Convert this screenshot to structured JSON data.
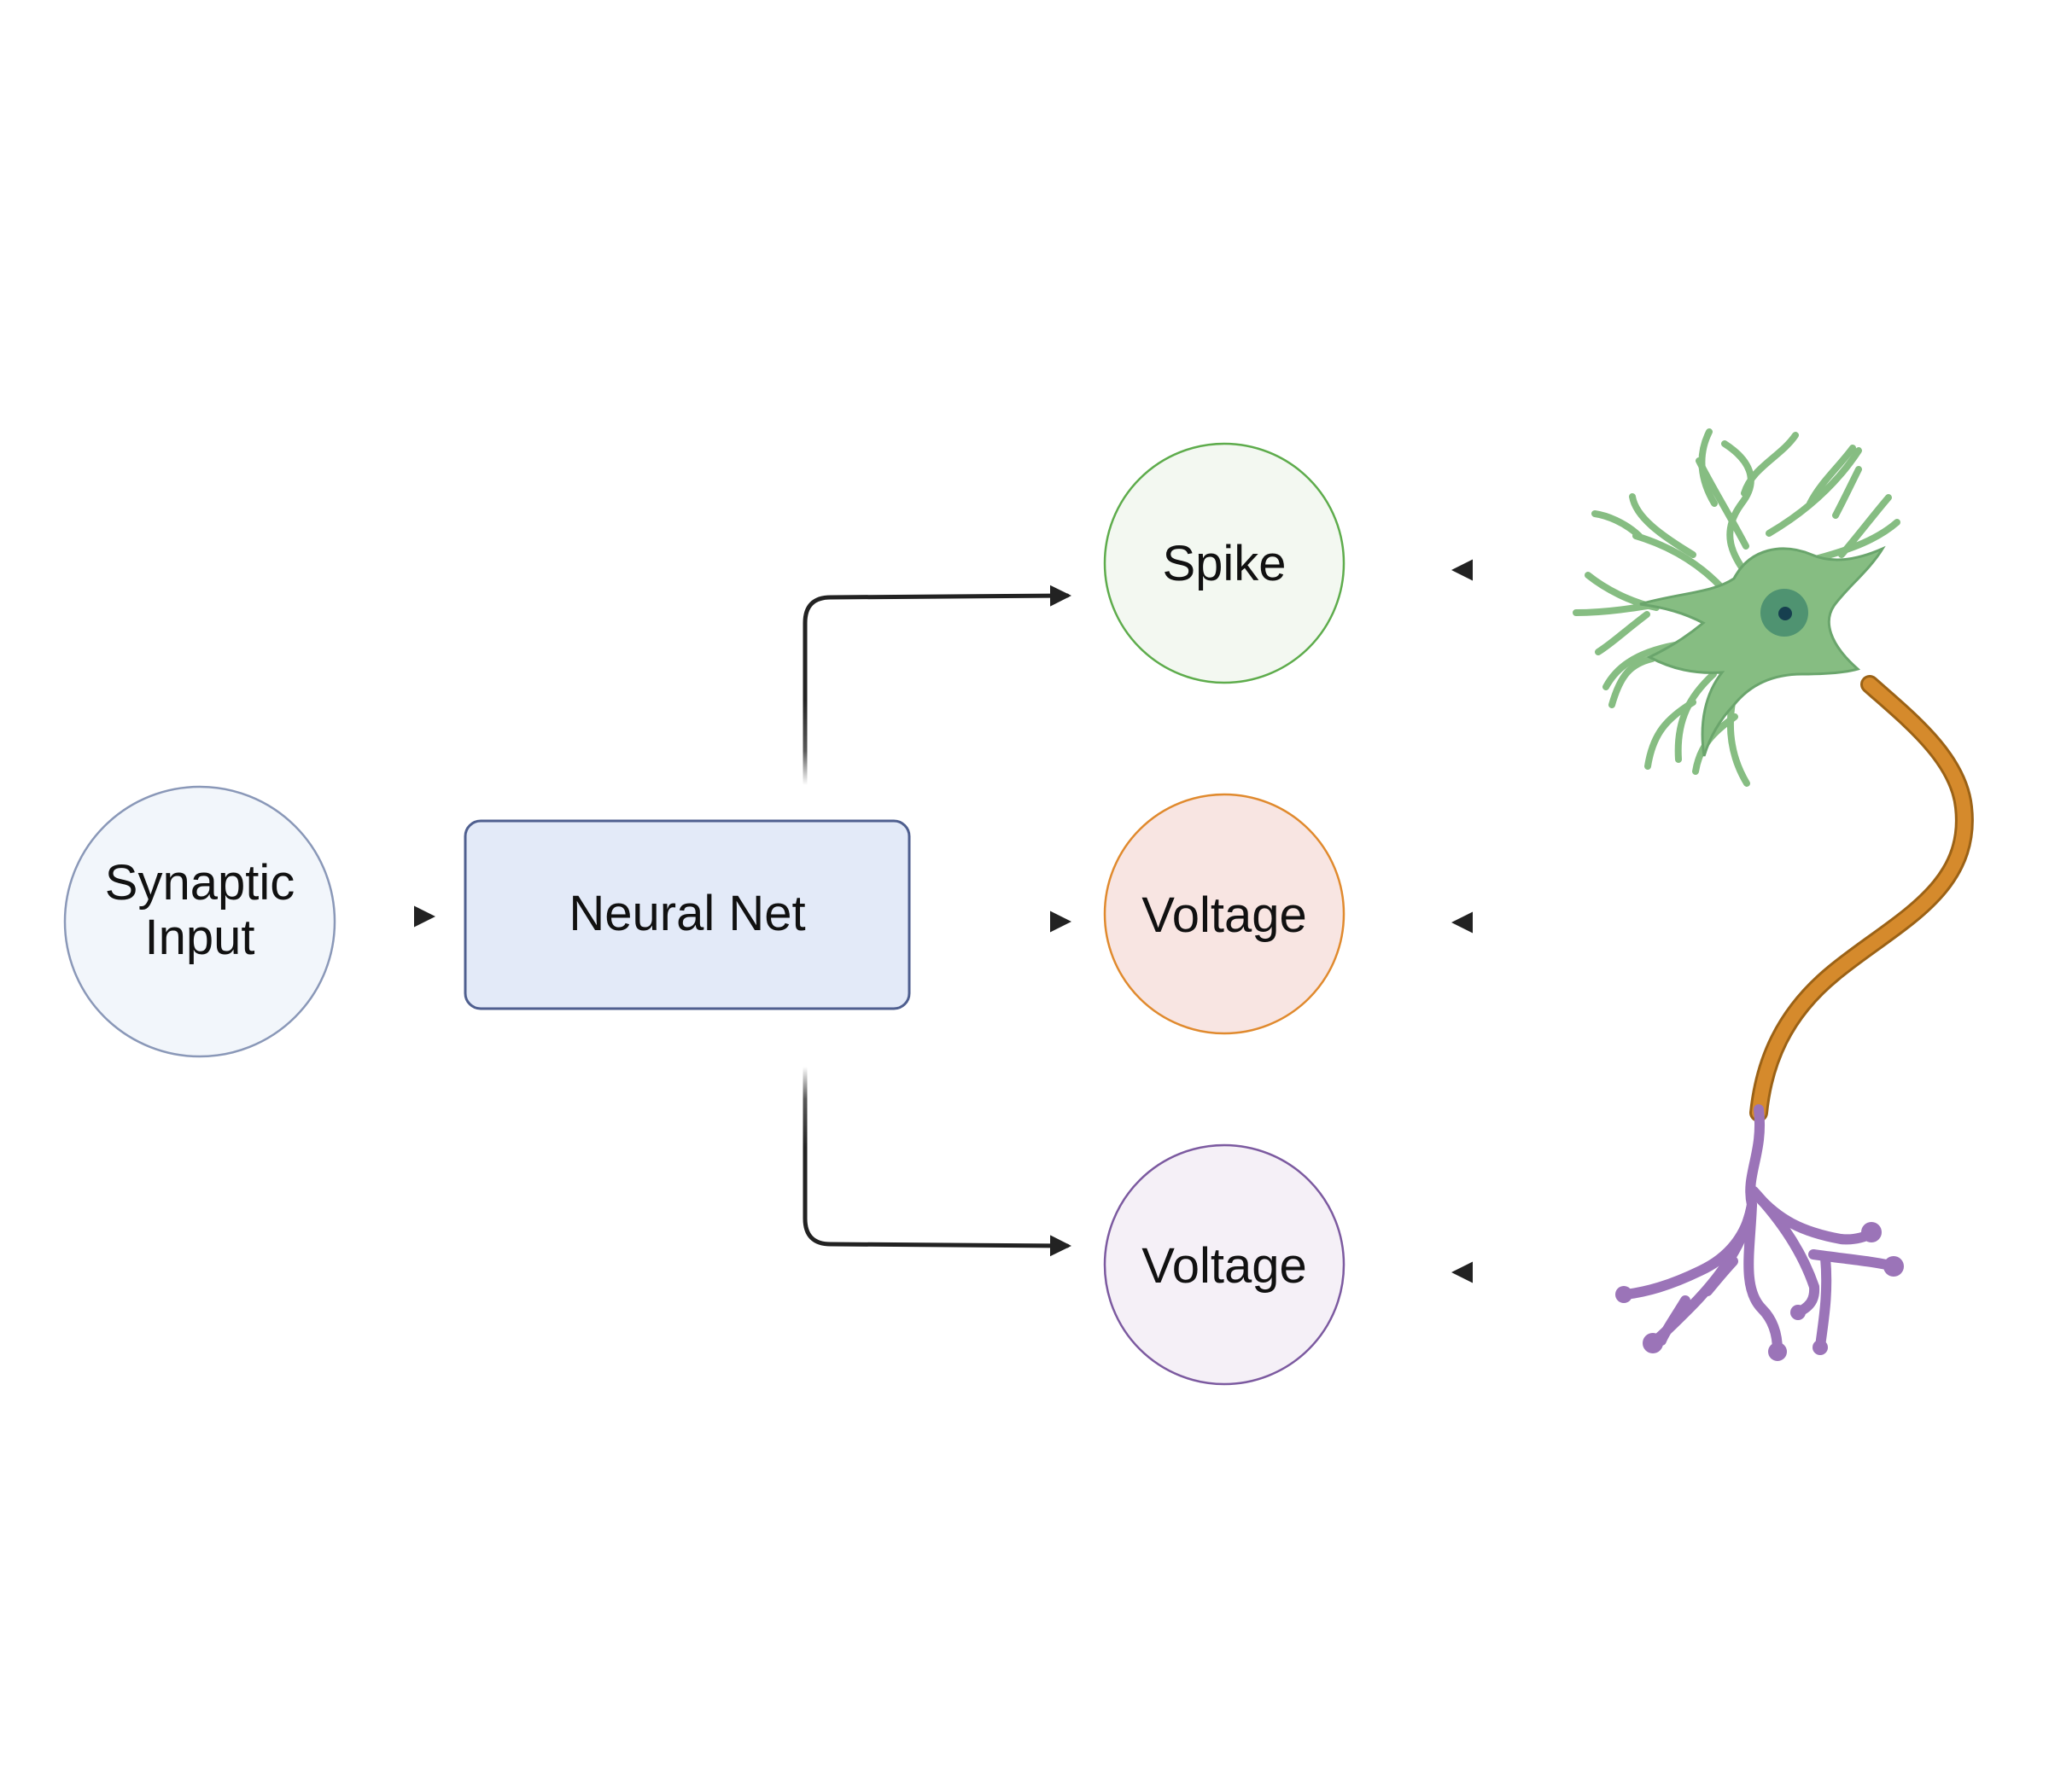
{
  "nodes": {
    "synaptic_input": {
      "line1": "Synaptic",
      "line2": "Input"
    },
    "neural_net": {
      "label": "Neural Net"
    },
    "spike": {
      "label": "Spike"
    },
    "voltage_soma": {
      "label": "Voltage"
    },
    "voltage_dendrite": {
      "label": "Voltage"
    }
  },
  "colors": {
    "synaptic_fill": "#f2f6fb",
    "synaptic_stroke": "#8a98b8",
    "net_fill": "#e3eaf8",
    "net_stroke": "#4f5f8f",
    "spike_fill": "#f3f8f1",
    "spike_stroke": "#5eac4c",
    "voltage1_fill": "#f8e5e2",
    "voltage1_stroke": "#e08a2e",
    "voltage2_fill": "#f5f0f7",
    "voltage2_stroke": "#7c5aa0",
    "arrow": "#222222",
    "neuron_body": "#86bd82",
    "neuron_outline": "#5a9660",
    "nucleus": "#4f9371",
    "nucleolus": "#163f4f",
    "axon": "#d58a2c",
    "terminal": "#9b74b8"
  },
  "icons": [
    "neuron-illustration",
    "arrow-icon"
  ]
}
